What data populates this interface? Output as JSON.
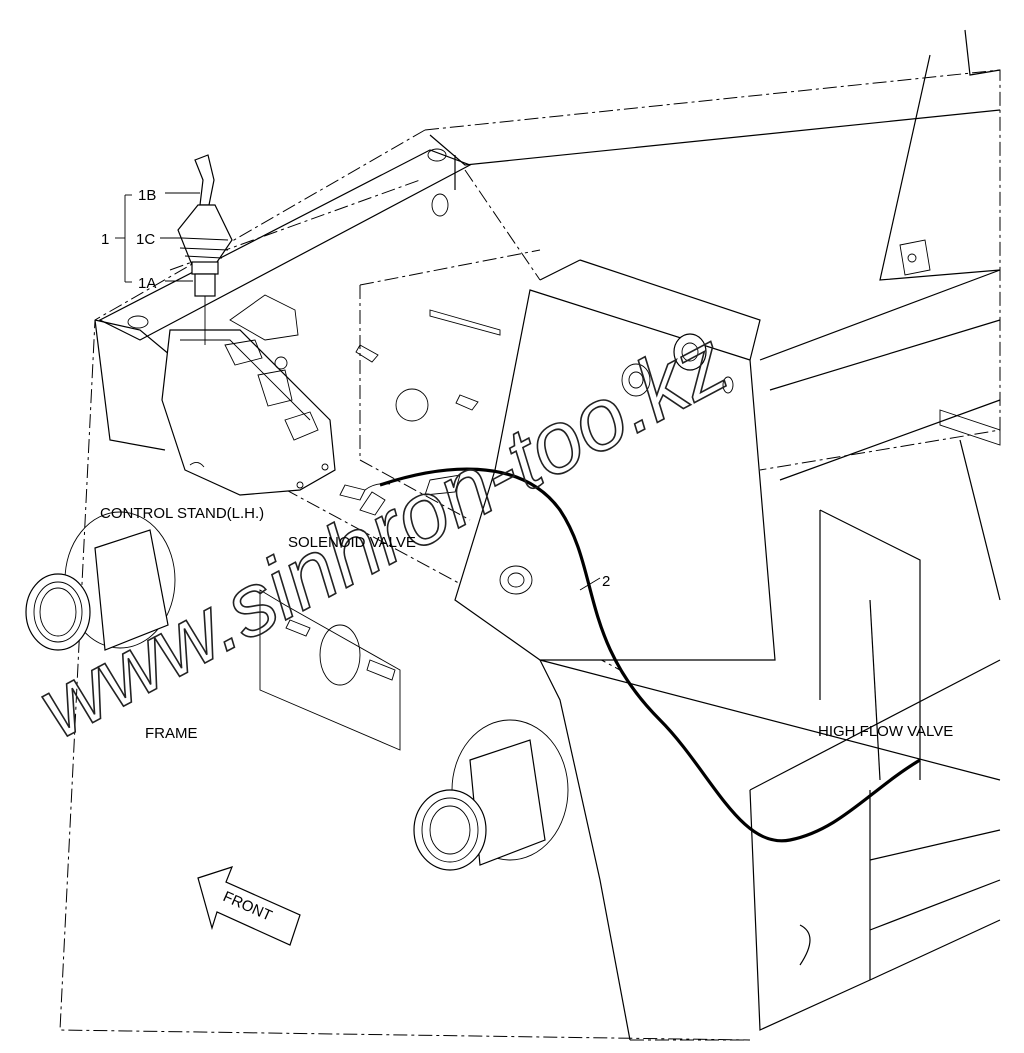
{
  "labels": {
    "part_1": "1",
    "part_1a": "1A",
    "part_1b": "1B",
    "part_1c": "1C",
    "part_2": "2",
    "control_stand": "CONTROL STAND(L.H.)",
    "solenoid_valve": "SOLENOID VALVE",
    "frame": "FRAME",
    "high_flow_valve": "HIGH FLOW VALVE",
    "front": "FRONT"
  },
  "watermark": "www.sinhron-too.kz",
  "colors": {
    "line": "#000000",
    "background": "#ffffff"
  }
}
